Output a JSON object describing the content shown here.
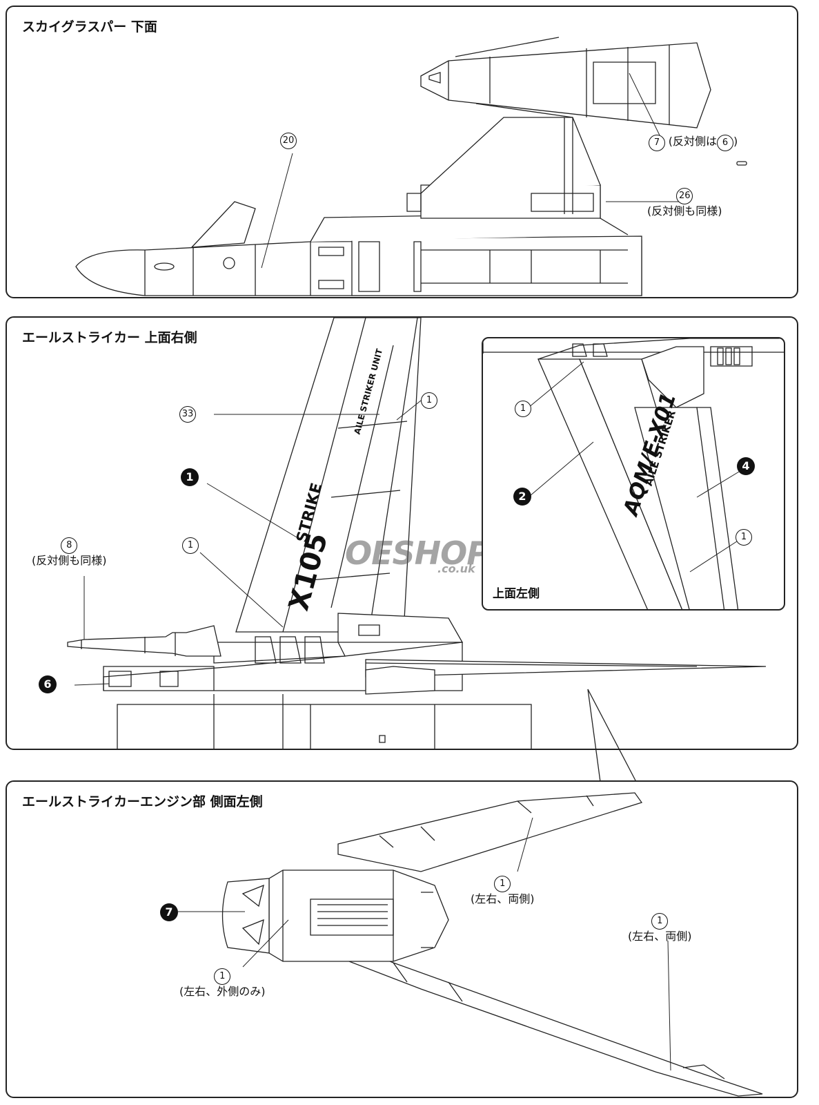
{
  "panels": {
    "sky": {
      "title": "スカイグラスパー 下面",
      "callouts": {
        "c20": {
          "num": "20"
        },
        "c7": {
          "num": "7",
          "pre": "(反対側は",
          "ref": "6",
          "post": ")"
        },
        "c26": {
          "num": "26",
          "note": "(反対側も同様)"
        }
      }
    },
    "aile_top": {
      "title": "エールストライカー 上面右側",
      "callouts": {
        "c33": {
          "num": "33"
        },
        "c1a": {
          "num": "1"
        },
        "c1b": {
          "num": "1"
        },
        "c8": {
          "num": "8",
          "note": "(反対側も同様)"
        },
        "s1": {
          "num": "1"
        },
        "s6": {
          "num": "6"
        }
      },
      "markings": [
        "AILE STRIKER UNIT",
        "STRIKE",
        "X105"
      ],
      "watermark": {
        "main": "OESHOP",
        "suffix": ".co.uk"
      }
    },
    "aile_left": {
      "title": "上面左側",
      "callouts": {
        "c1a": {
          "num": "1"
        },
        "c1b": {
          "num": "1"
        },
        "s2": {
          "num": "2"
        },
        "s4": {
          "num": "4"
        }
      },
      "markings": [
        "AQM/E-X01",
        "AILE STRIKER"
      ]
    },
    "engine": {
      "title": "エールストライカーエンジン部 側面左側",
      "callouts": {
        "c1a": {
          "num": "1",
          "note": "(左右、両側)"
        },
        "c1b": {
          "num": "1",
          "note": "(左右、両側)"
        },
        "c1c": {
          "num": "1",
          "note": "(左右、外側のみ)"
        },
        "s7": {
          "num": "7"
        }
      }
    }
  }
}
